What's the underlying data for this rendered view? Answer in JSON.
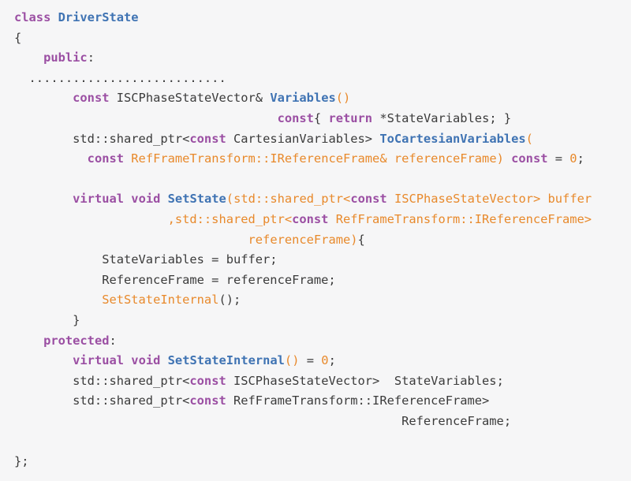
{
  "code_lines": [
    [
      {
        "t": "class ",
        "c": "kw"
      },
      {
        "t": "DriverState",
        "c": "fn"
      }
    ],
    [
      {
        "t": "{",
        "c": "pl"
      }
    ],
    [
      {
        "t": "    ",
        "c": "pl"
      },
      {
        "t": "public",
        "c": "kw"
      },
      {
        "t": ":",
        "c": "pl"
      }
    ],
    [
      {
        "t": "  ...........................",
        "c": "pl"
      }
    ],
    [
      {
        "t": "        ",
        "c": "pl"
      },
      {
        "t": "const",
        "c": "kw"
      },
      {
        "t": " ISCPhaseStateVector& ",
        "c": "pl"
      },
      {
        "t": "Variables",
        "c": "fn"
      },
      {
        "t": "()",
        "c": "op"
      }
    ],
    [
      {
        "t": "                                    ",
        "c": "pl"
      },
      {
        "t": "const",
        "c": "kw"
      },
      {
        "t": "{ ",
        "c": "pl"
      },
      {
        "t": "return",
        "c": "kw"
      },
      {
        "t": " *StateVariables; }",
        "c": "pl"
      }
    ],
    [
      {
        "t": "        std::shared_ptr<",
        "c": "pl"
      },
      {
        "t": "const",
        "c": "kw"
      },
      {
        "t": " CartesianVariables> ",
        "c": "pl"
      },
      {
        "t": "ToCartesianVariables",
        "c": "fn"
      },
      {
        "t": "(",
        "c": "op"
      }
    ],
    [
      {
        "t": "          ",
        "c": "pl"
      },
      {
        "t": "const",
        "c": "kw"
      },
      {
        "t": " RefFrameTransform::IReferenceFrame& referenceFrame)",
        "c": "op"
      },
      {
        "t": " ",
        "c": "pl"
      },
      {
        "t": "const",
        "c": "kw"
      },
      {
        "t": " = ",
        "c": "pl"
      },
      {
        "t": "0",
        "c": "op"
      },
      {
        "t": ";",
        "c": "pl"
      }
    ],
    [
      {
        "t": "",
        "c": "pl"
      }
    ],
    [
      {
        "t": "        ",
        "c": "pl"
      },
      {
        "t": "virtual",
        "c": "kw"
      },
      {
        "t": " ",
        "c": "pl"
      },
      {
        "t": "void",
        "c": "kw"
      },
      {
        "t": " ",
        "c": "pl"
      },
      {
        "t": "SetState",
        "c": "fn"
      },
      {
        "t": "(std::shared_ptr<",
        "c": "op"
      },
      {
        "t": "const",
        "c": "kw"
      },
      {
        "t": " ISCPhaseStateVector> buffer",
        "c": "op"
      }
    ],
    [
      {
        "t": "                     ,std::shared_ptr<",
        "c": "op"
      },
      {
        "t": "const",
        "c": "kw"
      },
      {
        "t": " RefFrameTransform::IReferenceFrame>",
        "c": "op"
      }
    ],
    [
      {
        "t": "                                ",
        "c": "pl"
      },
      {
        "t": "referenceFrame)",
        "c": "op"
      },
      {
        "t": "{",
        "c": "pl"
      }
    ],
    [
      {
        "t": "            StateVariables = buffer;",
        "c": "pl"
      }
    ],
    [
      {
        "t": "            ReferenceFrame = referenceFrame;",
        "c": "pl"
      }
    ],
    [
      {
        "t": "            ",
        "c": "pl"
      },
      {
        "t": "SetStateInternal",
        "c": "op"
      },
      {
        "t": "();",
        "c": "pl"
      }
    ],
    [
      {
        "t": "        }",
        "c": "pl"
      }
    ],
    [
      {
        "t": "    ",
        "c": "pl"
      },
      {
        "t": "protected",
        "c": "kw"
      },
      {
        "t": ":",
        "c": "pl"
      }
    ],
    [
      {
        "t": "        ",
        "c": "pl"
      },
      {
        "t": "virtual",
        "c": "kw"
      },
      {
        "t": " ",
        "c": "pl"
      },
      {
        "t": "void",
        "c": "kw"
      },
      {
        "t": " ",
        "c": "pl"
      },
      {
        "t": "SetStateInternal",
        "c": "fn"
      },
      {
        "t": "()",
        "c": "op"
      },
      {
        "t": " = ",
        "c": "pl"
      },
      {
        "t": "0",
        "c": "op"
      },
      {
        "t": ";",
        "c": "pl"
      }
    ],
    [
      {
        "t": "        std::shared_ptr<",
        "c": "pl"
      },
      {
        "t": "const",
        "c": "kw"
      },
      {
        "t": " ISCPhaseStateVector>  StateVariables;",
        "c": "pl"
      }
    ],
    [
      {
        "t": "        std::shared_ptr<",
        "c": "pl"
      },
      {
        "t": "const",
        "c": "kw"
      },
      {
        "t": " RefFrameTransform::IReferenceFrame>",
        "c": "pl"
      }
    ],
    [
      {
        "t": "                                                     ReferenceFrame;",
        "c": "pl"
      }
    ],
    [
      {
        "t": "",
        "c": "pl"
      }
    ],
    [
      {
        "t": "};",
        "c": "pl"
      }
    ]
  ],
  "colors": {
    "background": "#f6f6f7",
    "keyword": "#9b4fa3",
    "function": "#3f73b3",
    "orange": "#e8892b",
    "plain": "#3b3b3b"
  }
}
